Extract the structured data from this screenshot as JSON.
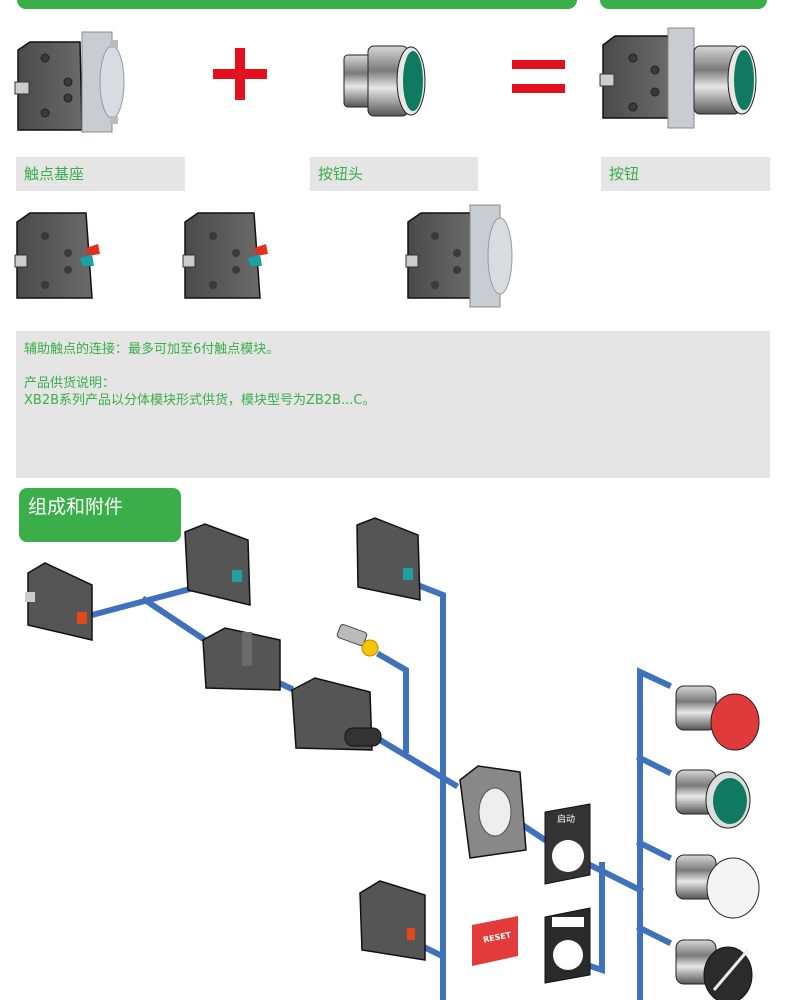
{
  "header_bars": {
    "left_color": "#3aae48",
    "right_color": "#3aae48"
  },
  "equation": {
    "plus_symbol": "+",
    "equals_symbol": "=",
    "symbol_color": "#e3101e",
    "labels": [
      "触点基座",
      "按钮头",
      "按钮"
    ]
  },
  "info": {
    "line1": "辅助触点的连接：最多可加至6付触点模块。",
    "line2": "产品供货说明：",
    "line3": "XB2B系列产品以分体模块形式供货，模块型号为ZB2B...C。"
  },
  "section": {
    "title": "组成和附件"
  },
  "diagram": {
    "connector_color": "#3f72bb",
    "legend_plate_text": "启动",
    "reset_label_text": "RESET",
    "button_heads": [
      "red-mushroom-head",
      "green-flush-head",
      "white-illuminated-head",
      "black-selector-head"
    ]
  },
  "colors": {
    "accent_green": "#3aae48",
    "panel_grey": "#e5e5e5",
    "button_green": "#0f7a5f",
    "button_red": "#e03a3a",
    "lamp_yellow": "#f6c400"
  }
}
